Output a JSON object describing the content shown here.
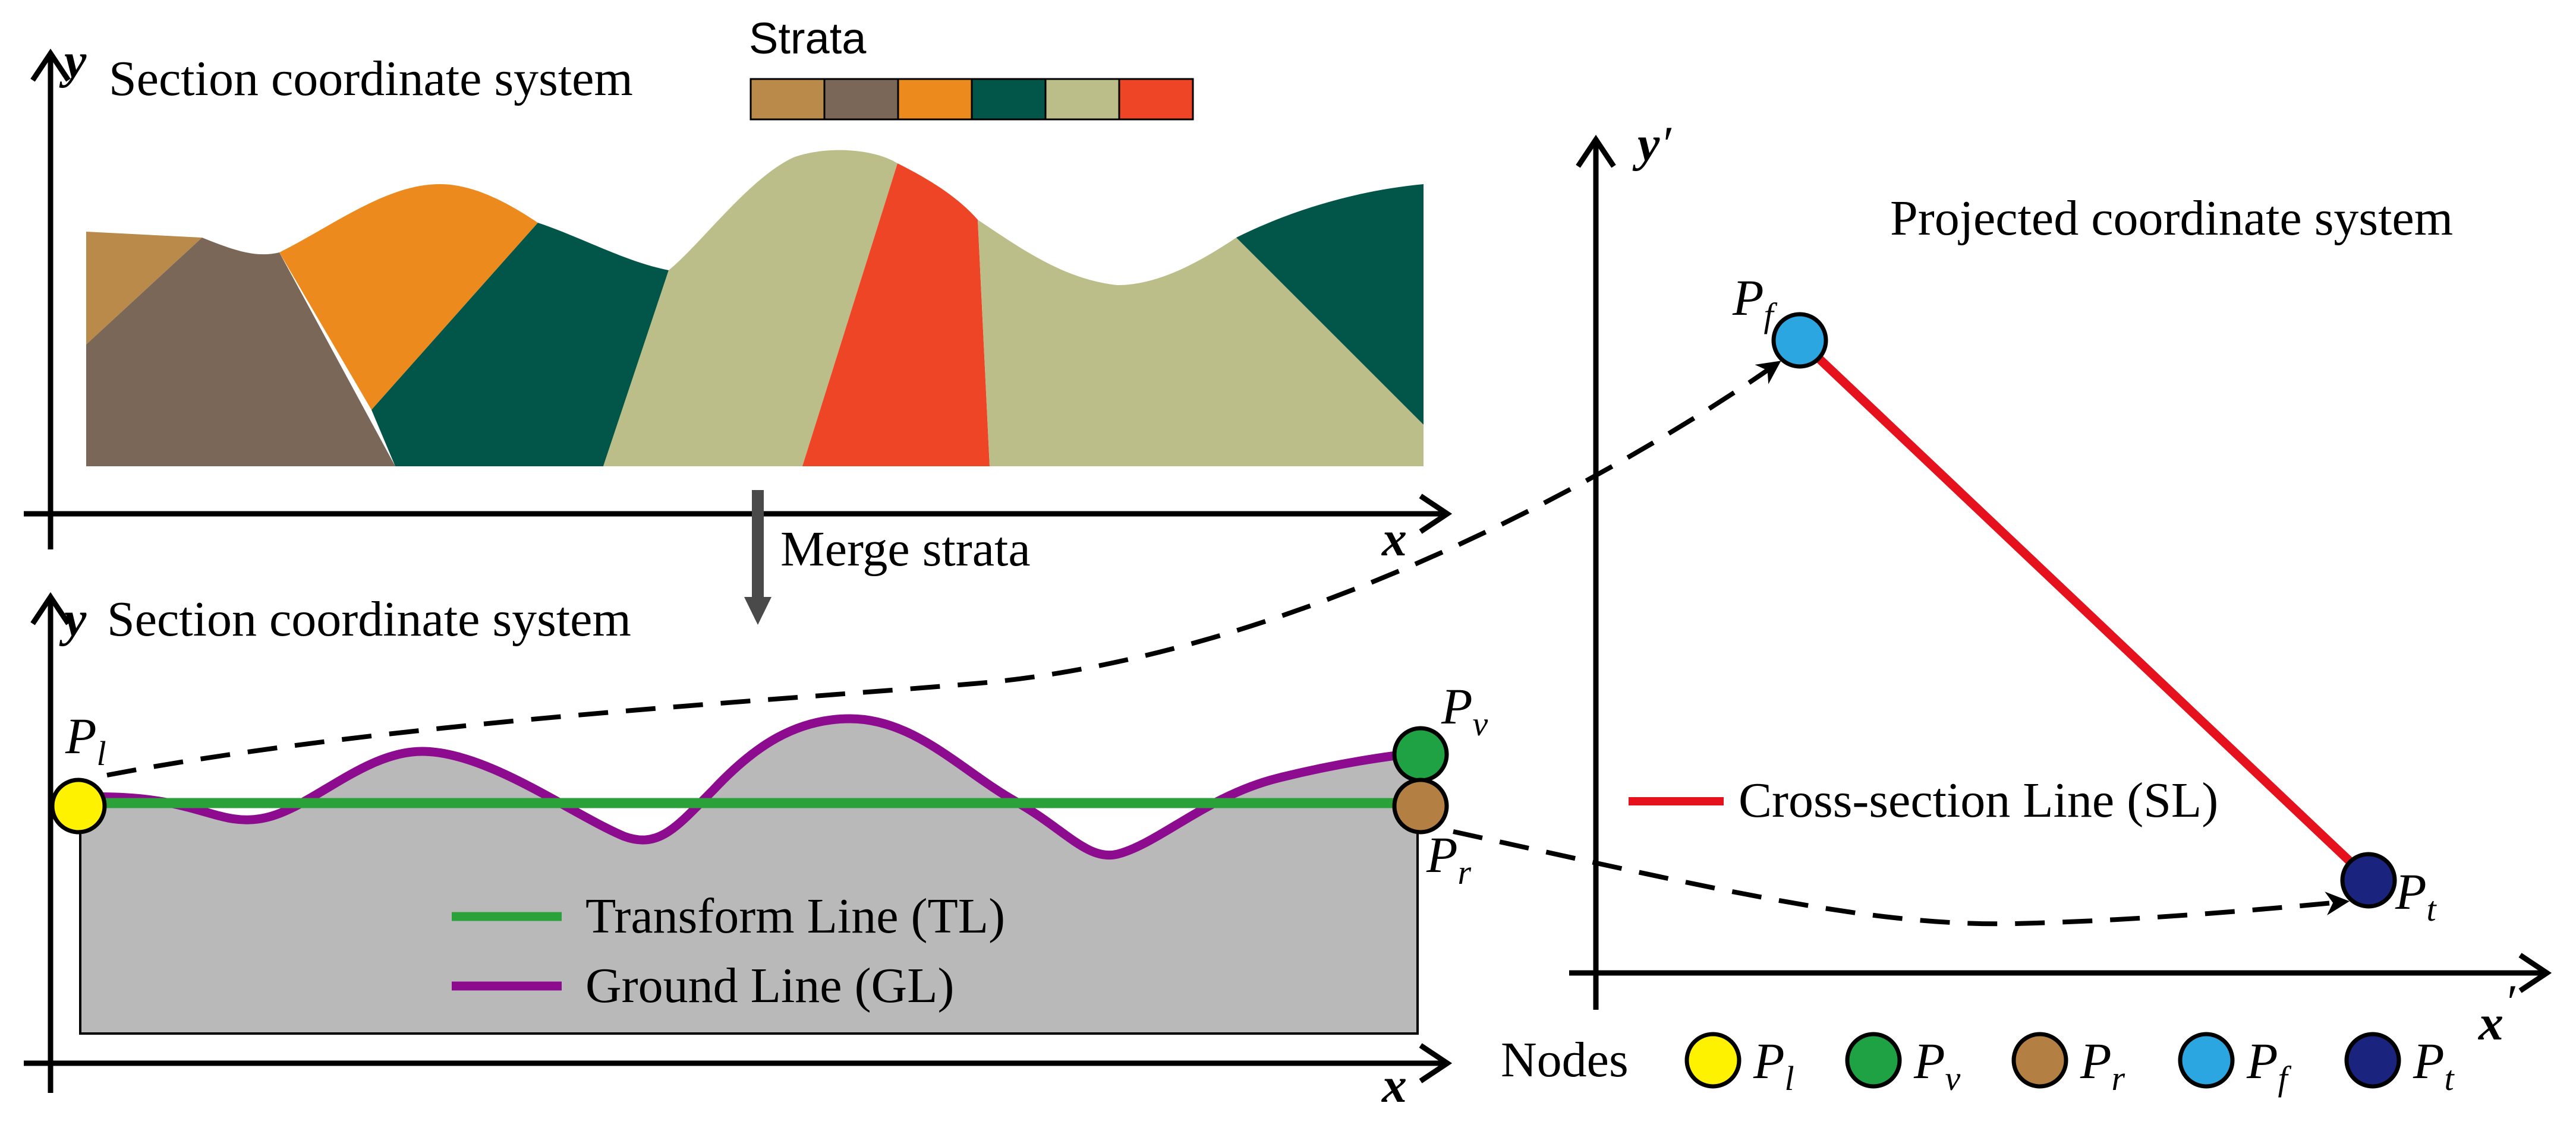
{
  "top_panel": {
    "title": "Section coordinate system",
    "y_axis": "y",
    "x_axis": "x",
    "legend_title": "Strata",
    "strata_colors": [
      "#B98A4A",
      "#7A6757",
      "#ED8A1D",
      "#025549",
      "#BCBE8A",
      "#ED4526"
    ]
  },
  "merge_label": "Merge strata",
  "bottom_panel": {
    "title": "Section coordinate system",
    "y_axis": "y",
    "x_axis": "x",
    "legend": {
      "transform_line": "Transform Line (TL)",
      "ground_line": "Ground Line (GL)"
    },
    "colors": {
      "transform_line": "#2BA13A",
      "ground_line": "#8C0B8F",
      "region_fill": "#B9B9B9"
    }
  },
  "right_panel": {
    "title": "Projected coordinate system",
    "x_axis": "x",
    "y_axis": "y",
    "prime": "′",
    "legend": {
      "section_line": "Cross-section Line (SL)"
    },
    "section_line_color": "#E5111D"
  },
  "nodes": {
    "label": "Nodes",
    "items": [
      {
        "name": "P",
        "sub": "l",
        "color": "#FFF200"
      },
      {
        "name": "P",
        "sub": "v",
        "color": "#1FA243"
      },
      {
        "name": "P",
        "sub": "r",
        "color": "#B37F43"
      },
      {
        "name": "P",
        "sub": "f",
        "color": "#2CA6E0"
      },
      {
        "name": "P",
        "sub": "t",
        "color": "#1A237E"
      }
    ]
  }
}
